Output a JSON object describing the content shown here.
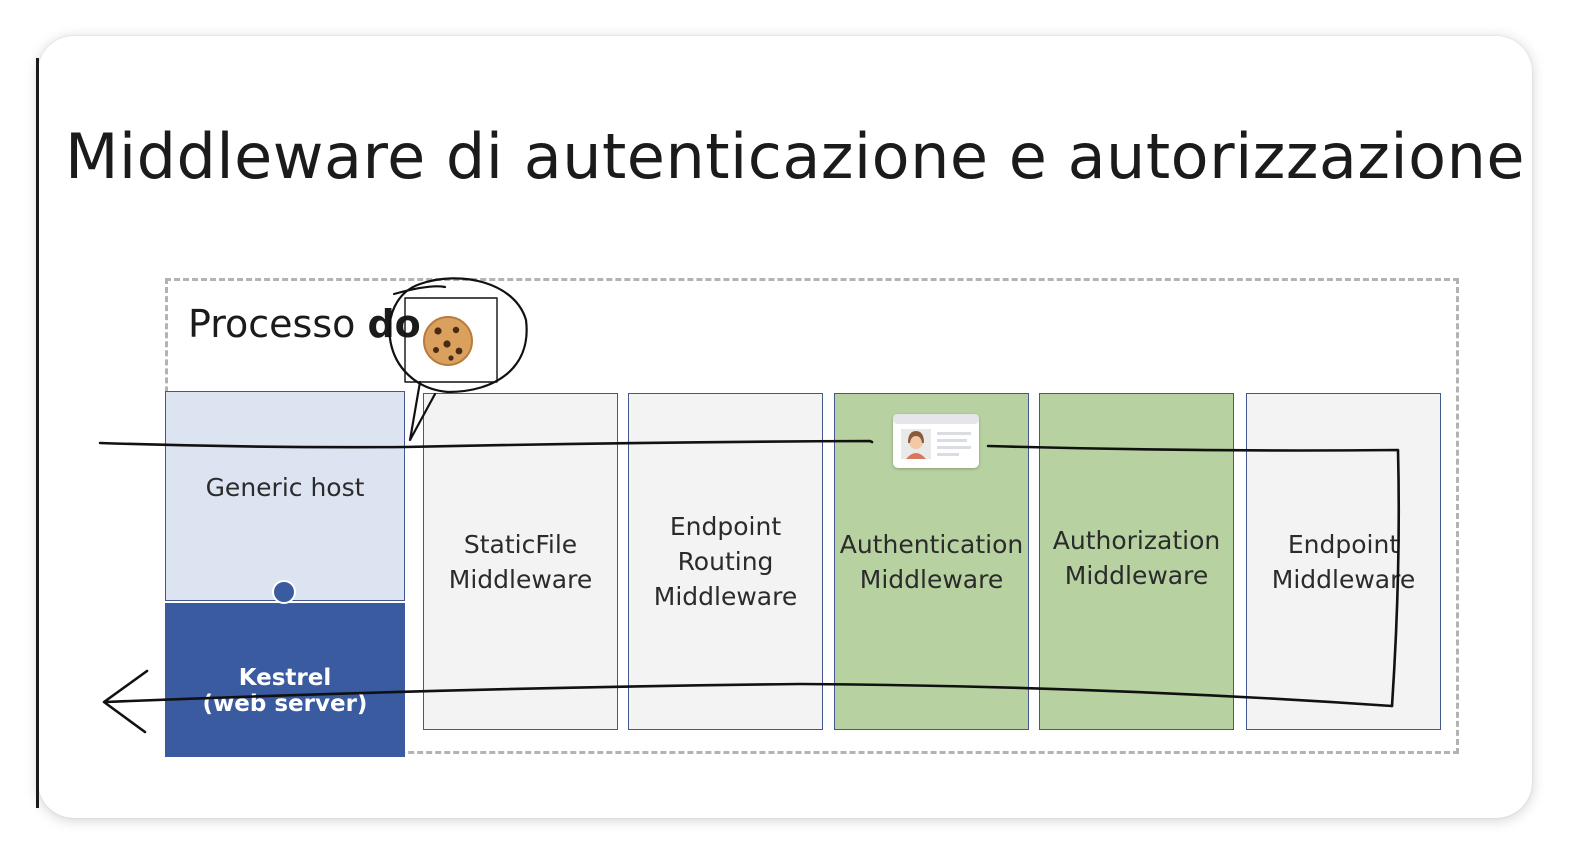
{
  "slide": {
    "title": "Middleware di autenticazione e autorizzazione",
    "process_label_regular": "Processo ",
    "process_label_bold": "do"
  },
  "blocks": {
    "generic_host": "Generic host",
    "kestrel": "Kestrel\n(web server)",
    "staticfile": "StaticFile\nMiddleware",
    "endpoint_routing": "Endpoint\nRouting\nMiddleware",
    "authentication": "Authentication\nMiddleware",
    "authorization": "Authorization\nMiddleware",
    "endpoint": "Endpoint\nMiddleware"
  },
  "icons": {
    "cookie": "cookie-icon",
    "id_card": "id-card-icon"
  },
  "colors": {
    "host_fill": "#dce4f2",
    "kestrel_fill": "#3b5ba0",
    "middleware_fill": "#f3f3f3",
    "auth_fill": "#b7d2a0",
    "border": "#43588e",
    "dashed_border": "#b3b3b3",
    "ink": "#111111"
  }
}
